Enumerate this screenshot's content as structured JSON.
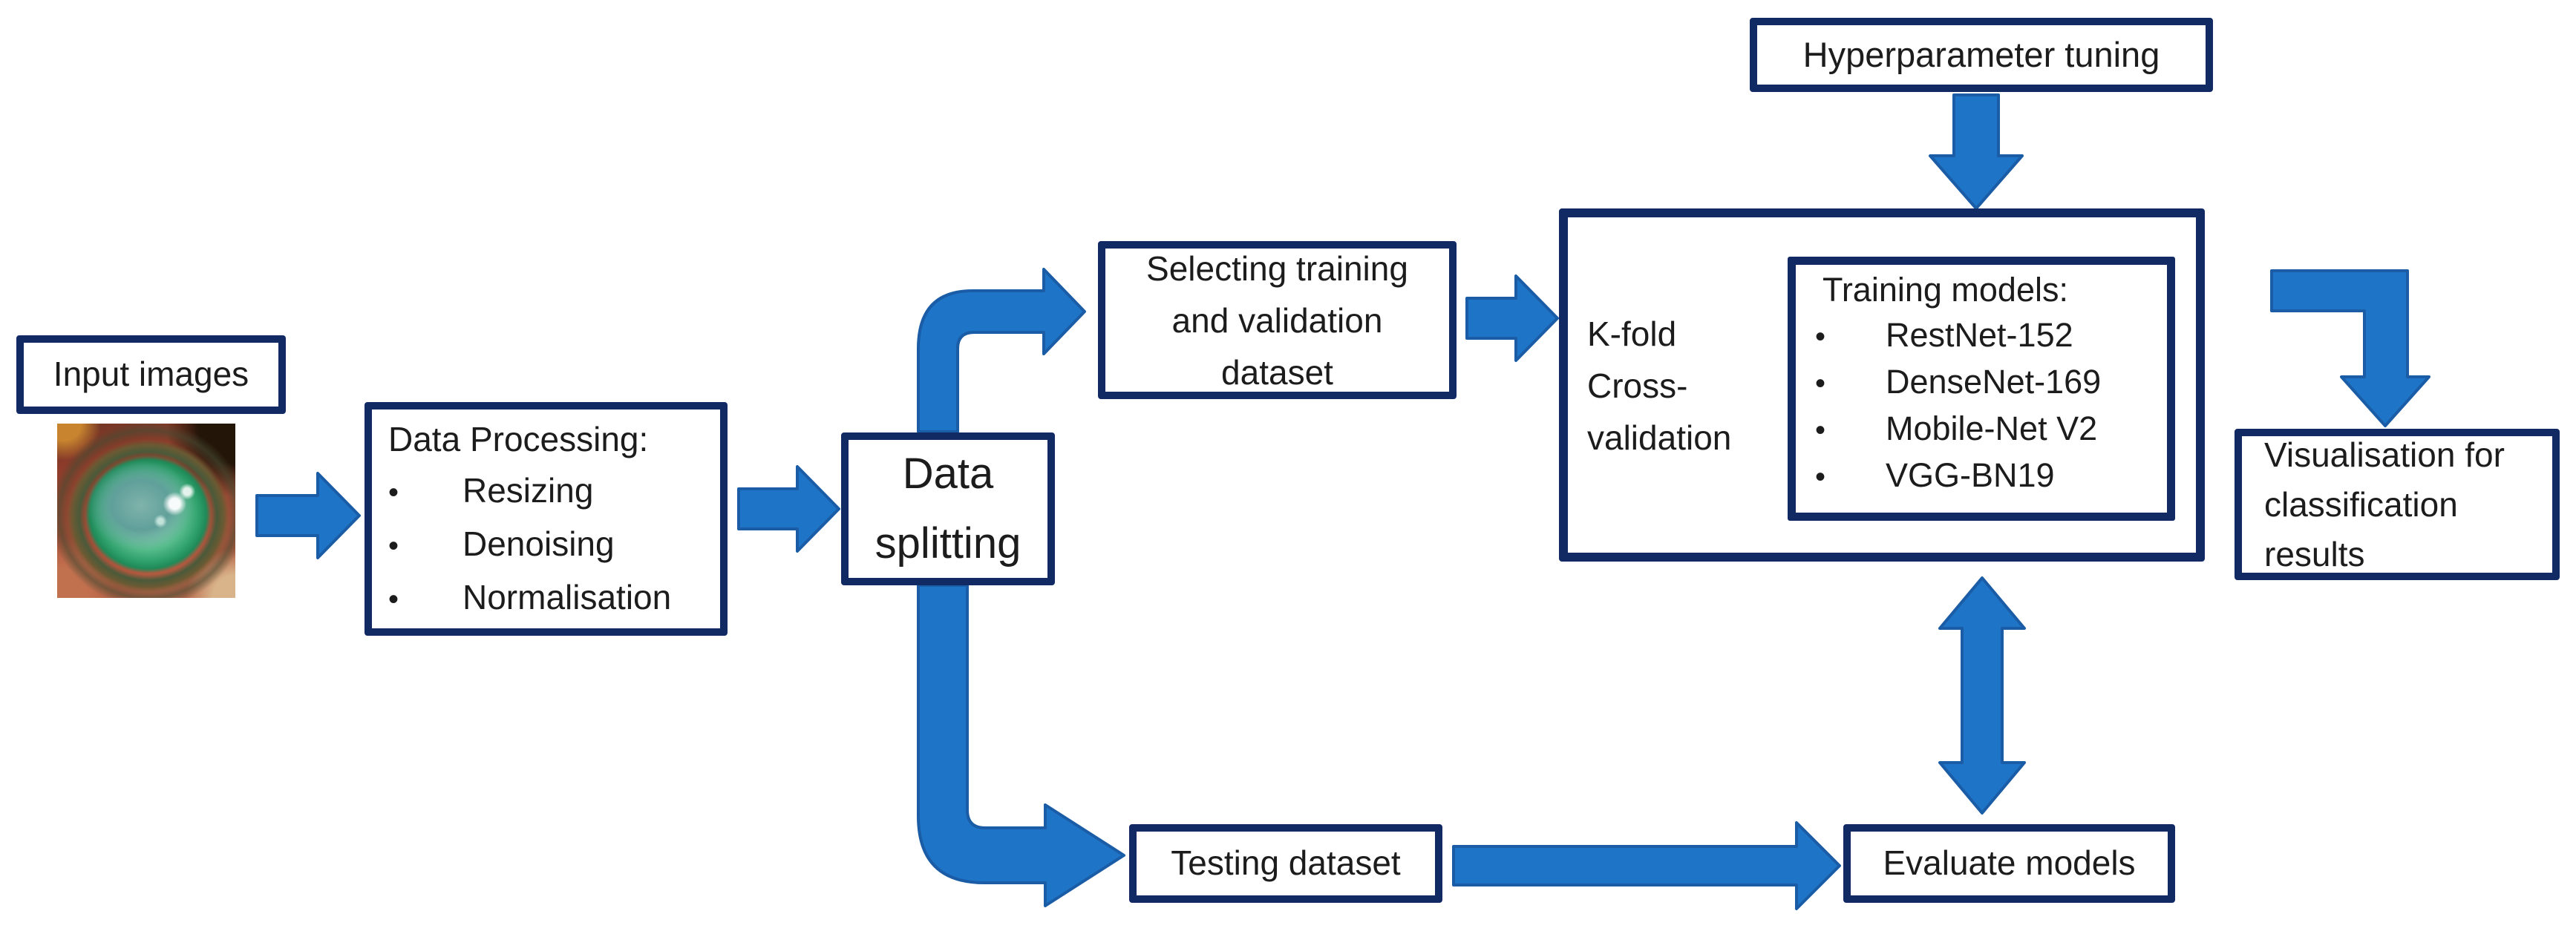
{
  "colors": {
    "background": "#ffffff",
    "box_border": "#122a63",
    "arrow_fill": "#1e74c6",
    "arrow_stroke": "#1a5ca6",
    "text": "#1c1c1c"
  },
  "nodes": {
    "input_images": {
      "label": "Input images",
      "photo_alt": "Close-up eye photograph showing a corneal ulcer stained green with fluorescein on red conjunctiva"
    },
    "data_processing": {
      "title": "Data Processing:",
      "bullets": [
        "Resizing",
        "Denoising",
        "Normalisation"
      ]
    },
    "data_splitting": {
      "line1": "Data",
      "line2": "splitting"
    },
    "selecting_dataset": {
      "line1": "Selecting training",
      "line2": "and validation",
      "line3": "dataset"
    },
    "hyperparameter": {
      "label": "Hyperparameter tuning"
    },
    "kfold": {
      "line1": "K-fold",
      "line2": "Cross-",
      "line3": "validation"
    },
    "training_models": {
      "title": "Training models:",
      "bullets": [
        "RestNet-152",
        "DenseNet-169",
        "Mobile-Net V2",
        "VGG-BN19"
      ]
    },
    "visualisation": {
      "line1": "Visualisation for",
      "line2": "classification",
      "line3": "results"
    },
    "testing_dataset": {
      "label": "Testing dataset"
    },
    "evaluate_models": {
      "label": "Evaluate models"
    }
  },
  "connections": [
    {
      "from": "input-images-photo",
      "to": "data-processing",
      "type": "arrow-right"
    },
    {
      "from": "data-processing",
      "to": "data-splitting",
      "type": "arrow-right"
    },
    {
      "from": "data-splitting",
      "to": "selecting-dataset",
      "type": "elbow-arrow-up-right"
    },
    {
      "from": "selecting-dataset",
      "to": "kfold-cross-validation",
      "type": "arrow-right"
    },
    {
      "from": "hyperparameter-tuning",
      "to": "kfold-cross-validation",
      "type": "arrow-down"
    },
    {
      "from": "kfold-cross-validation",
      "to": "visualisation",
      "type": "elbow-arrow-right-down"
    },
    {
      "from": "kfold-cross-validation",
      "to": "evaluate-models",
      "type": "double-arrow-vertical"
    },
    {
      "from": "data-splitting",
      "to": "testing-dataset",
      "type": "elbow-arrow-down-right"
    },
    {
      "from": "testing-dataset",
      "to": "evaluate-models",
      "type": "arrow-right"
    }
  ]
}
